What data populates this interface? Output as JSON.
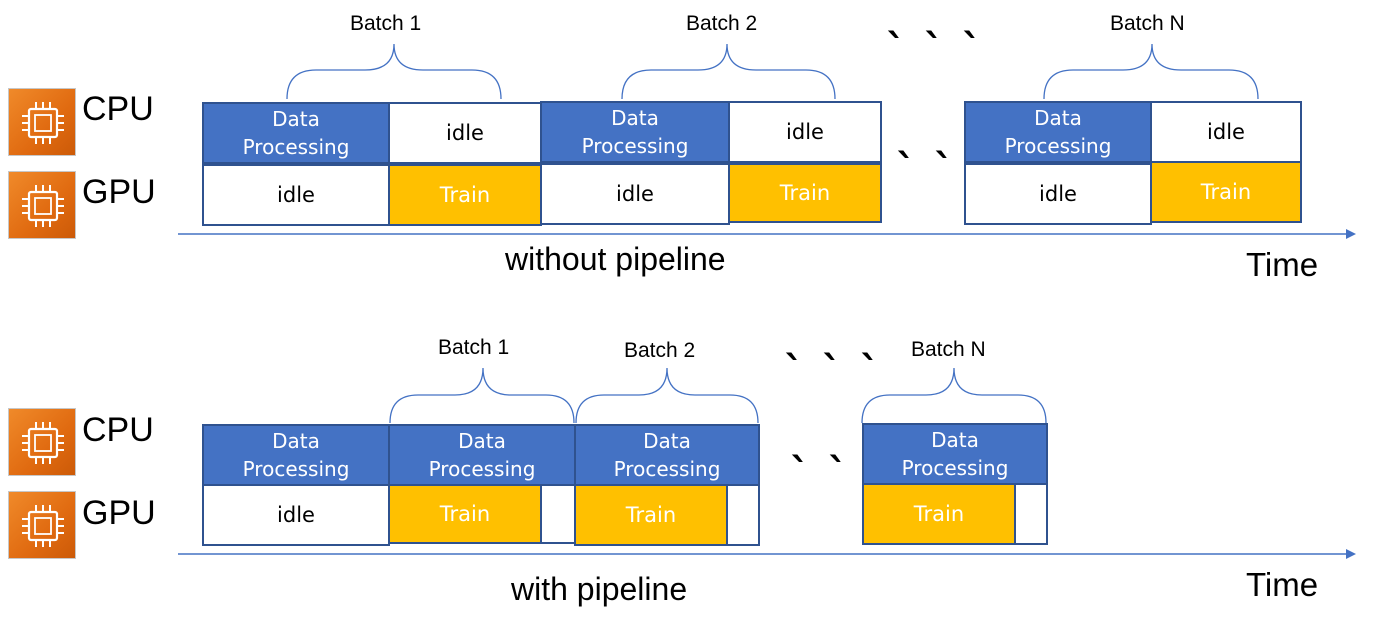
{
  "top": {
    "cpu_label": "CPU",
    "gpu_label": "GPU",
    "caption": "without pipeline",
    "time_label": "Time",
    "batches": [
      "Batch 1",
      "Batch 2",
      "Batch N"
    ],
    "data_processing": "Data\nProcessing",
    "idle": "idle",
    "train": "Train"
  },
  "bottom": {
    "cpu_label": "CPU",
    "gpu_label": "GPU",
    "caption": "with pipeline",
    "time_label": "Time",
    "batches": [
      "Batch 1",
      "Batch 2",
      "Batch N"
    ],
    "data_processing": "Data\nProcessing",
    "idle": "idle",
    "train": "Train"
  },
  "ellipsis": "` ` `",
  "colors": {
    "processing": "#4472c4",
    "train": "#ffc000",
    "border": "#2f528f",
    "axis": "#4472c4",
    "chip": "#e8761a"
  }
}
